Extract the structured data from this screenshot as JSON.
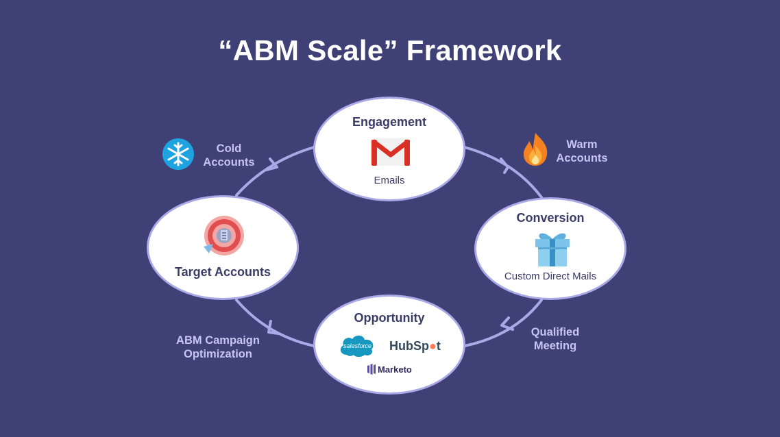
{
  "title": "“ABM Scale” Framework",
  "colors": {
    "background": "#3f4075",
    "node_fill": "#ffffff",
    "node_border": "#a9a9e8",
    "connector": "#a9a9e8",
    "label_text": "#c4c5f2",
    "node_text": "#3a3b66"
  },
  "nodes": {
    "engagement": {
      "title": "Engagement",
      "subtitle": "Emails",
      "icon": "gmail-icon"
    },
    "conversion": {
      "title": "Conversion",
      "subtitle": "Custom Direct Mails",
      "icon": "gift-box-icon"
    },
    "opportunity": {
      "title": "Opportunity",
      "logos": {
        "salesforce": "salesforce",
        "hubspot_a": "HubSp",
        "hubspot_b": "t",
        "marketo": "Marketo"
      }
    },
    "target": {
      "title": "Target Accounts",
      "icon": "target-icon"
    }
  },
  "stage_labels": {
    "cold": {
      "line1": "Cold",
      "line2": "Accounts",
      "icon": "snowflake-icon"
    },
    "warm": {
      "line1": "Warm",
      "line2": "Accounts",
      "icon": "flame-icon"
    },
    "qualified": {
      "line1": "Qualified",
      "line2": "Meeting"
    },
    "optimization": {
      "line1": "ABM Campaign",
      "line2": "Optimization"
    }
  }
}
